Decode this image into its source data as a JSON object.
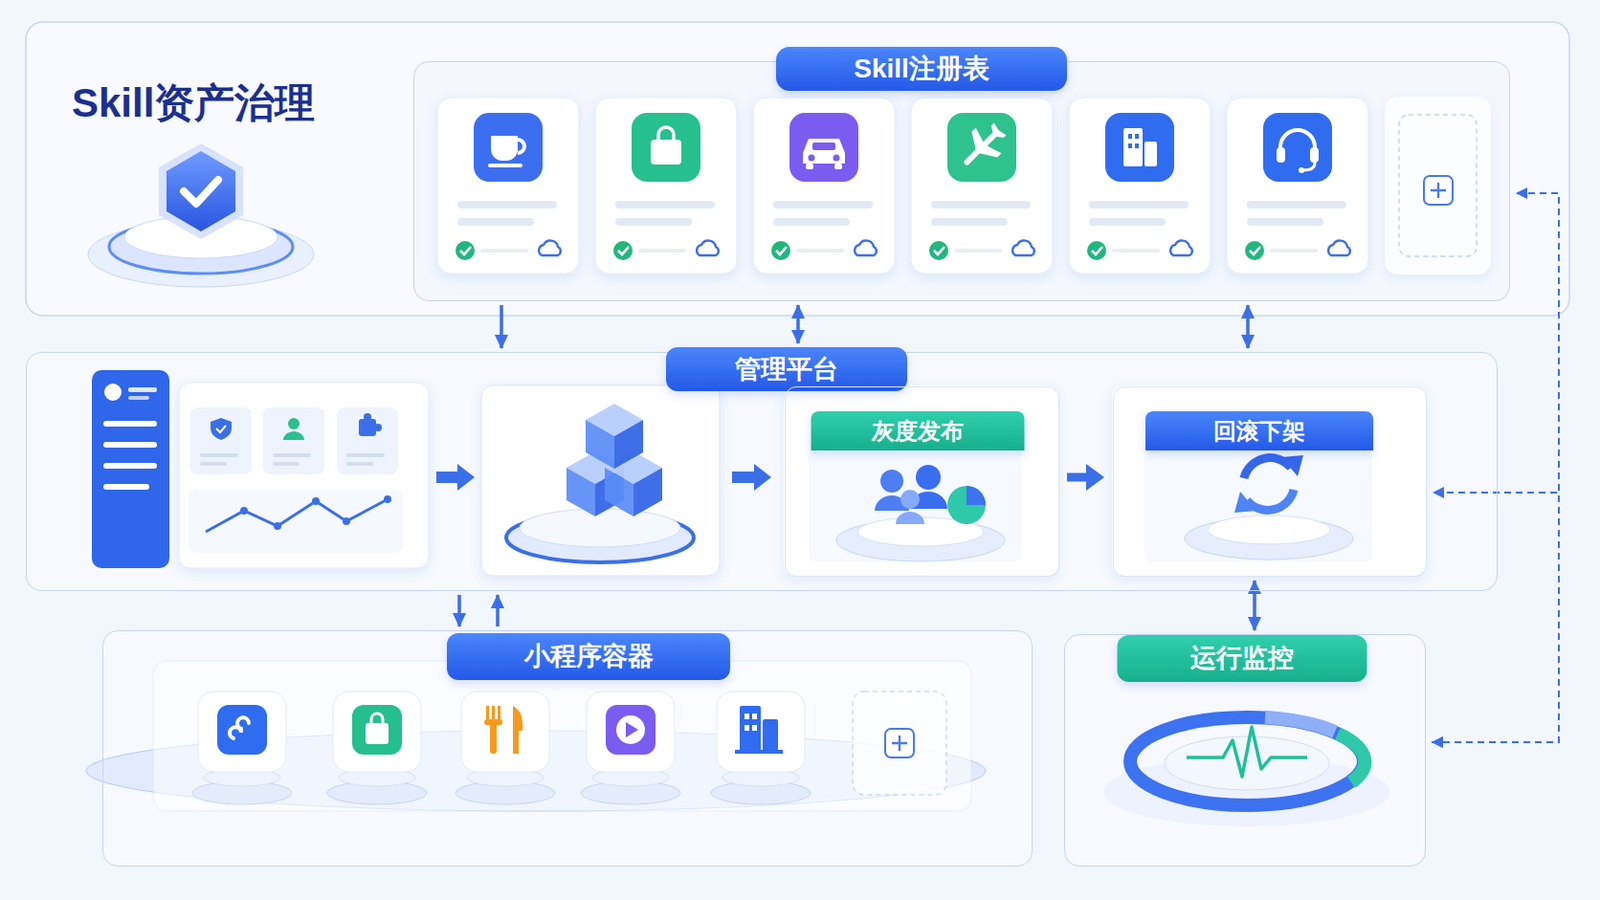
{
  "diagram": {
    "title": "Skill资产治理",
    "nodes": [
      {
        "text": [
          "Skill注册表"
        ]
      },
      {
        "text": [
          "管理平台"
        ]
      },
      {
        "text": [
          "灰度发布"
        ],
        "in": 1
      },
      {
        "text": [
          "回滚下架"
        ],
        "in": 1
      },
      {
        "text": [
          "小程序容器"
        ]
      },
      {
        "text": [
          "运行监控"
        ]
      }
    ],
    "edges": [
      {
        "from": 0,
        "to": 1,
        "arrow": "to"
      },
      {
        "from": 0,
        "to": 1,
        "arrow": "both"
      },
      {
        "from": 0,
        "to": 1,
        "arrow": "both"
      },
      {
        "from": 2,
        "to": 3,
        "arrow": "to"
      },
      {
        "from": 1,
        "to": 4,
        "arrow": "to"
      },
      {
        "from": 4,
        "to": 1,
        "arrow": "to"
      },
      {
        "from": 3,
        "to": 5,
        "arrow": "both"
      },
      {
        "from": 5,
        "to": 0,
        "arrow": "both"
      },
      {
        "from": 5,
        "to": 3,
        "arrow": "both"
      }
    ]
  }
}
